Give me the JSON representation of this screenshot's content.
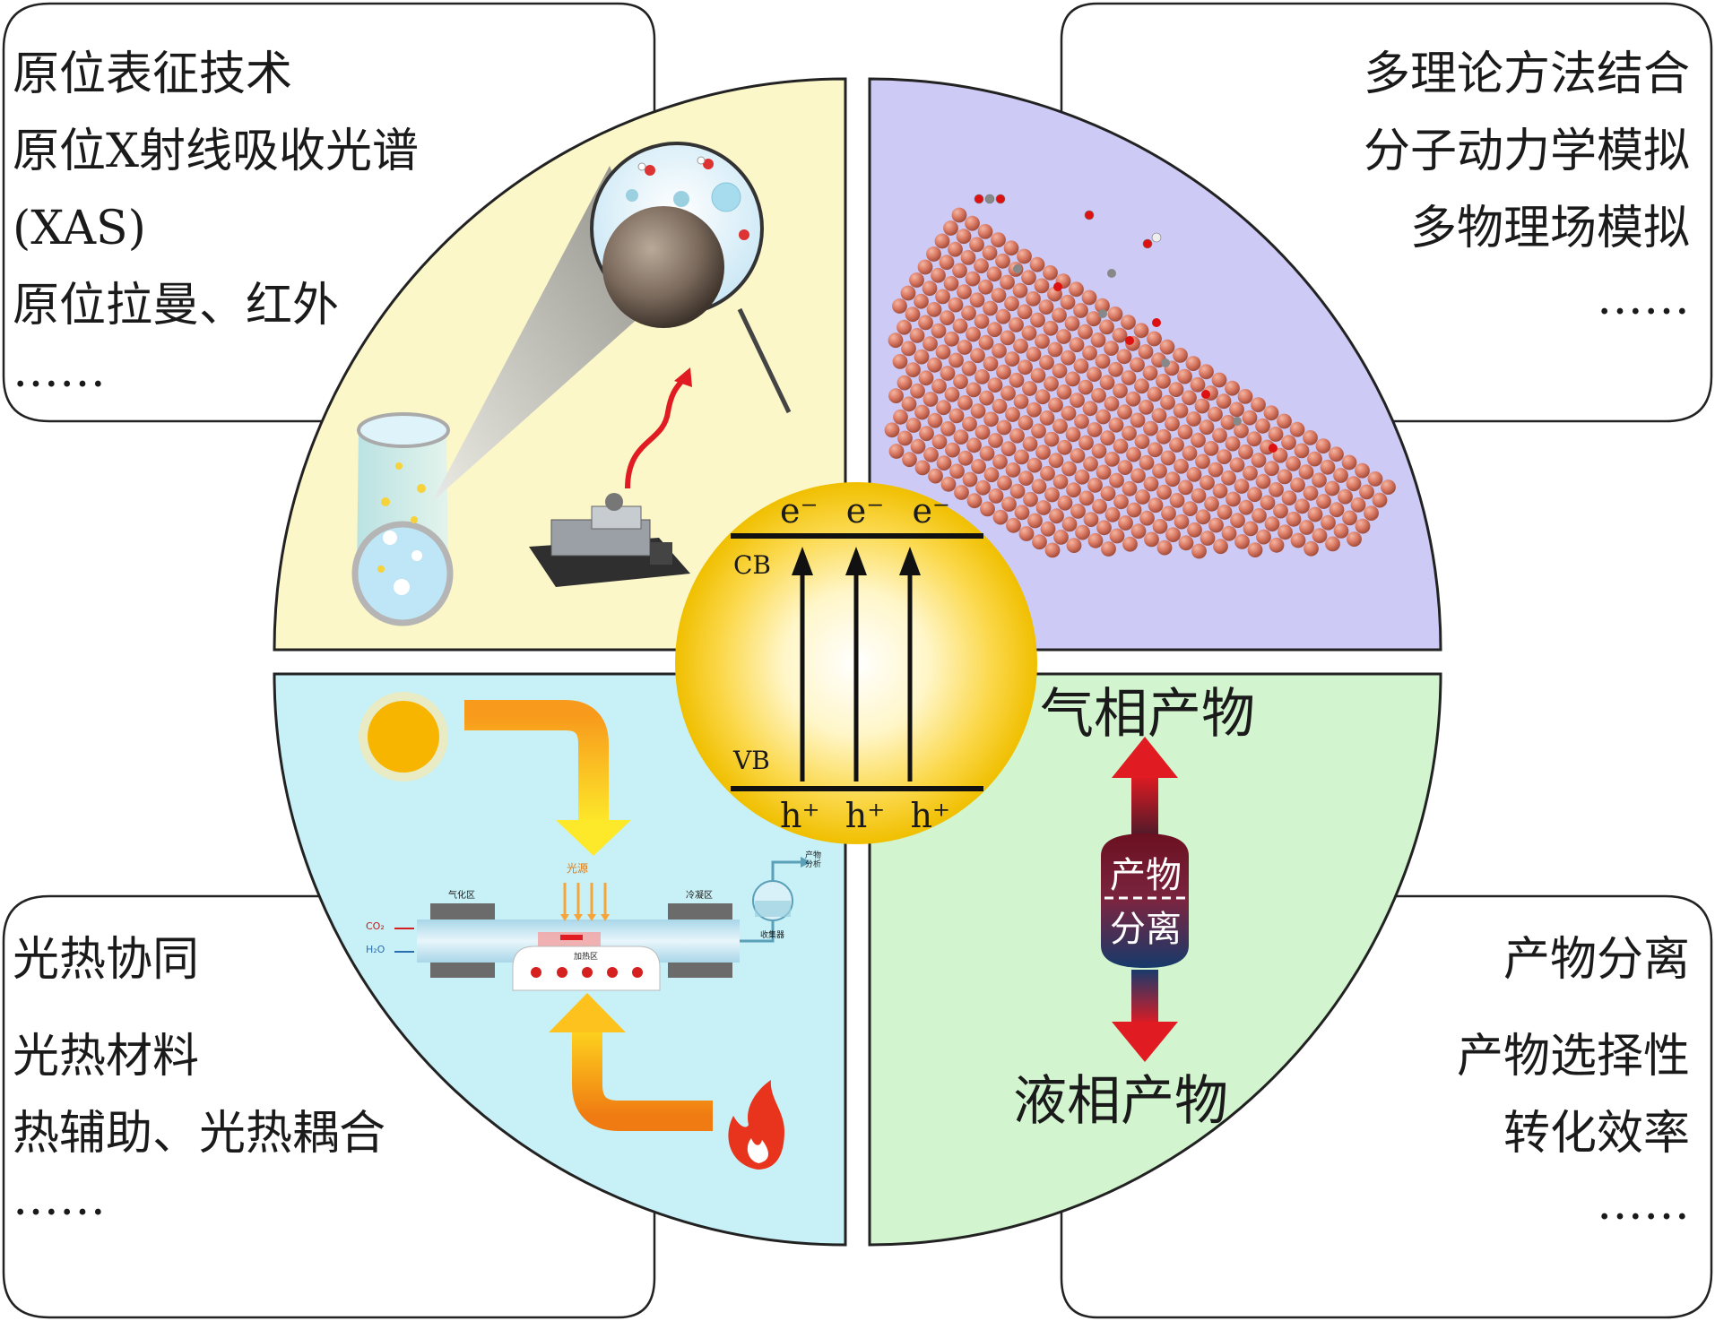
{
  "top_left": {
    "heading": "原位表征技术",
    "items": [
      "原位X射线吸收光谱",
      "(XAS)",
      "原位拉曼、红外",
      "……"
    ]
  },
  "top_right": {
    "heading": "多理论方法结合",
    "items": [
      "分子动力学模拟",
      "多物理场模拟",
      "……"
    ]
  },
  "bottom_left": {
    "heading": "光热协同",
    "items": [
      "光热材料",
      "热辅助、光热耦合",
      "……"
    ]
  },
  "bottom_right": {
    "heading": "产物分离",
    "items": [
      "产物选择性",
      "转化效率",
      "……"
    ]
  },
  "center": {
    "electrons": [
      "e⁻",
      "e⁻",
      "e⁻"
    ],
    "holes": [
      "h⁺",
      "h⁺",
      "h⁺"
    ],
    "cb_label": "CB",
    "vb_label": "VB"
  },
  "separation": {
    "gas_label": "气相产物",
    "liquid_label": "液相产物",
    "column_line1": "产物",
    "column_line2": "分离"
  },
  "reactor": {
    "light_label": "光源",
    "zone_left": "气化区",
    "zone_right": "冷凝区",
    "zone_bottom": "加热区",
    "analysis_label": "产物分析",
    "collector_label": "收集器",
    "co2_label": "CO₂",
    "h2o_label": "H₂O"
  },
  "colors": {
    "q_top_left": "#fbf7c8",
    "q_top_right": "#cdcaf6",
    "q_bottom_left": "#c8f1f7",
    "q_bottom_right": "#d2f5cf",
    "sun_center": "#ffffff",
    "sun_edge": "#f3c400",
    "arrow_red": "#e11b22",
    "column_dark": "#6b1020",
    "column_blue": "#163a6b"
  }
}
